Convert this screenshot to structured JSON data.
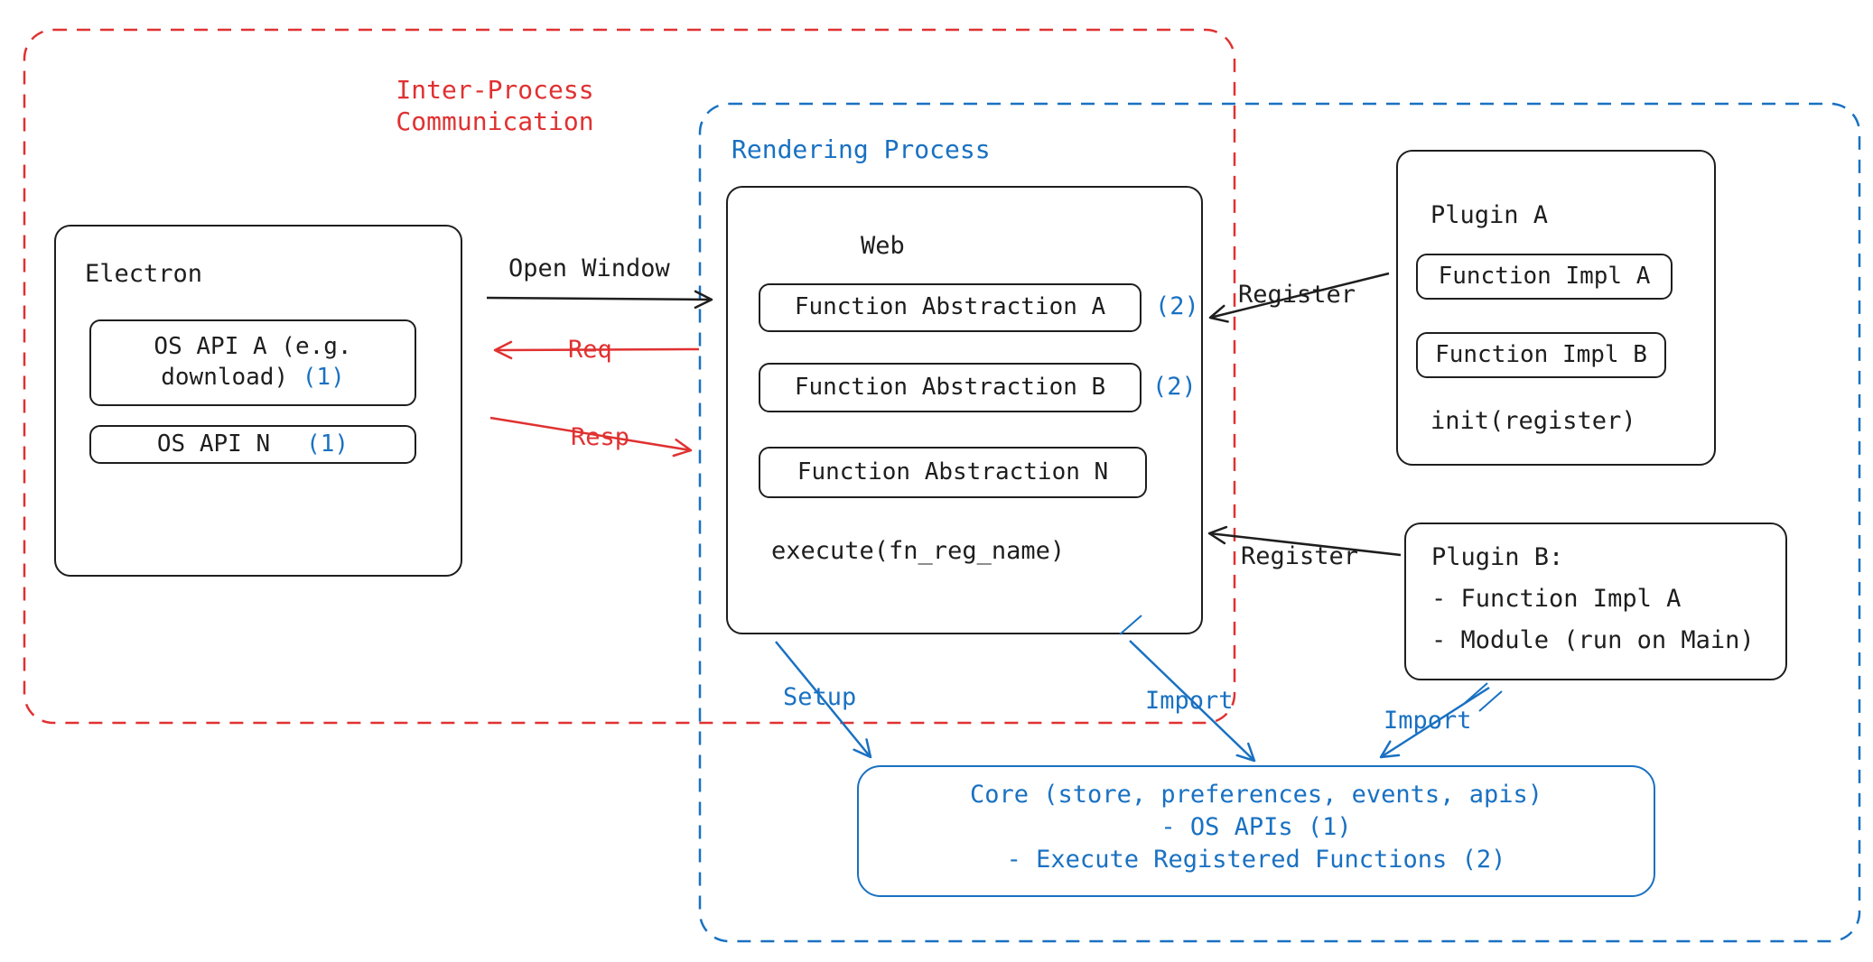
{
  "colors": {
    "red": "#e03131",
    "blue": "#1971c2",
    "ink": "#1e1e1e"
  },
  "regions": {
    "ipc": {
      "label": "Inter-Process\nCommunication"
    },
    "rendering": {
      "label": "Rendering Process"
    }
  },
  "electron": {
    "title": "Electron",
    "os_api_a": {
      "label": "OS API A (e.g. download)",
      "badge": "(1)"
    },
    "os_api_n": {
      "label": "OS API N",
      "badge": "(1)"
    }
  },
  "web": {
    "title": "Web",
    "fn_a": {
      "label": "Function Abstraction A",
      "badge": "(2)"
    },
    "fn_b": {
      "label": "Function Abstraction B",
      "badge": "(2)"
    },
    "fn_n": {
      "label": "Function Abstraction N"
    },
    "execute_label": "execute(fn_reg_name)"
  },
  "plugin_a": {
    "title": "Plugin A",
    "impl_a": "Function Impl A",
    "impl_b": "Function Impl B",
    "init_label": "init(register)"
  },
  "plugin_b": {
    "title": "Plugin B:",
    "item_1": "- Function Impl A",
    "item_2": "- Module (run on Main)"
  },
  "core": {
    "line_1": "Core (store, preferences, events, apis)",
    "line_2": "- OS APIs (1)",
    "line_3": "- Execute Registered Functions (2)"
  },
  "arrows": {
    "open_window": "Open Window",
    "req": "Req",
    "resp": "Resp",
    "register_plugin_a": "Register",
    "register_plugin_b": "Register",
    "setup": "Setup",
    "import_core": "Import",
    "import_plugin_b": "Import"
  }
}
